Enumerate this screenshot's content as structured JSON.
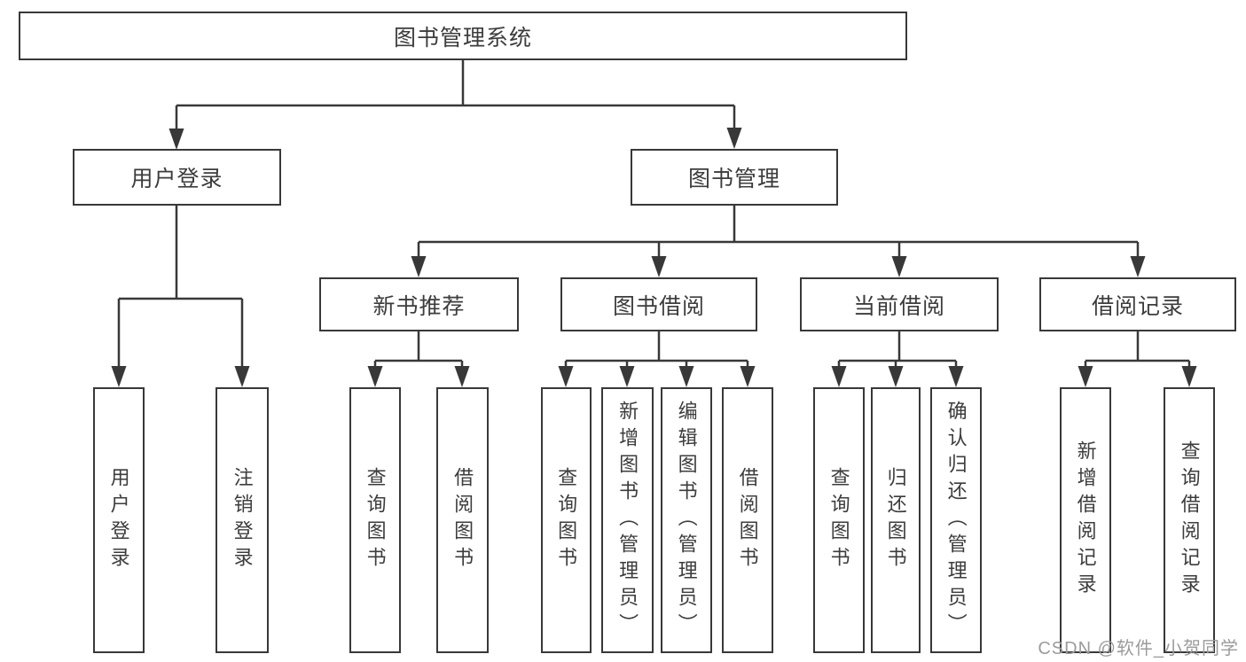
{
  "diagram": {
    "type": "tree",
    "colors": {
      "line": "#383838",
      "box_border": "#383838",
      "box_fill": "#ffffff",
      "text": "#3c3c3c",
      "watermark_text_color": "#9b9b9b"
    },
    "tree": {
      "label": "图书管理系统",
      "children": [
        {
          "label": "用户登录",
          "children": [
            {
              "label": "用户登录"
            },
            {
              "label": "注销登录"
            }
          ]
        },
        {
          "label": "图书管理",
          "children": [
            {
              "label": "新书推荐",
              "children": [
                {
                  "label": "查询图书"
                },
                {
                  "label": "借阅图书"
                }
              ]
            },
            {
              "label": "图书借阅",
              "children": [
                {
                  "label": "查询图书"
                },
                {
                  "label": "新增图书（管理员）"
                },
                {
                  "label": "编辑图书（管理员）"
                },
                {
                  "label": "借阅图书"
                }
              ]
            },
            {
              "label": "当前借阅",
              "children": [
                {
                  "label": "查询图书"
                },
                {
                  "label": "归还图书"
                },
                {
                  "label": "确认归还（管理员）"
                }
              ]
            },
            {
              "label": "借阅记录",
              "children": [
                {
                  "label": "新增借阅记录"
                },
                {
                  "label": "查询借阅记录"
                }
              ]
            }
          ]
        }
      ]
    }
  },
  "watermark": {
    "text": "CSDN @软件_小贺同学"
  }
}
